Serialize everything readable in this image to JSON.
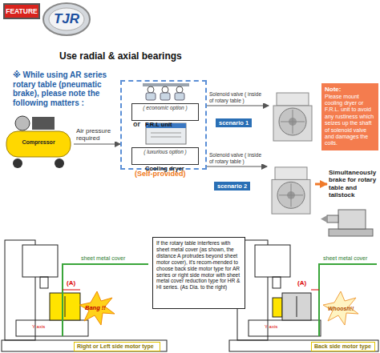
{
  "diagram": {
    "nodes": [
      {
        "text": [
          "FEATURE"
        ]
      },
      {
        "text": [
          "TJR"
        ]
      },
      {
        "text": [
          "Compressor"
        ]
      },
      {
        "text": [
          "(Self-provided)"
        ]
      },
      {
        "text": [
          "F.R.L unit",
          "( economic option )"
        ],
        "in": 3
      },
      {
        "text": [
          "Cooling dryer",
          "( luxurious option )"
        ],
        "in": 3
      },
      {
        "text": [
          "scenario 1"
        ]
      },
      {
        "text": [
          "Note:",
          "Please mount cooling dryer or F.R.L. unit to avoid any rustiness which seizes up the shaft of solenoid valve and damages the coils."
        ]
      },
      {
        "text": [
          "scenario 2"
        ]
      },
      {
        "text": [
          "Simultaneously brake for rotary table and tailstock"
        ]
      },
      {
        "text": [
          "If the rotary table interferes with sheet metal cover (as shown, the distance A protrudes beyond sheet motor cover), it's recom-mended to choose back side motor type for AR series or right side motor with sheet metal cover reduction type for HR & HI series. (As Dia. to the right)"
        ]
      },
      {
        "text": [
          "Right or Left side motor type"
        ]
      },
      {
        "text": [
          "Back side motor type"
        ]
      }
    ],
    "edges": [
      {
        "from": 2,
        "to": 3,
        "arrow": "to",
        "label": "Air pressure required"
      },
      {
        "from": 3,
        "to": 6,
        "arrow": "to",
        "label": "Solenoid valve ( inside of rotary table )"
      },
      {
        "from": 3,
        "to": 8,
        "arrow": "to",
        "label": "Solenoid valve ( inside of rotary table )"
      },
      {
        "from": 8,
        "to": 9,
        "arrow": "to"
      }
    ],
    "labels": [
      "Use radial & axial bearings",
      "※ While using AR series rotary table (pneumatic brake), please note the following matters :",
      "or",
      "sheet metal cover",
      "(A)",
      "Bang !!",
      "Y axis",
      "sheet metal cover",
      "(A)",
      "Whoosh!!",
      "Y axis"
    ]
  }
}
